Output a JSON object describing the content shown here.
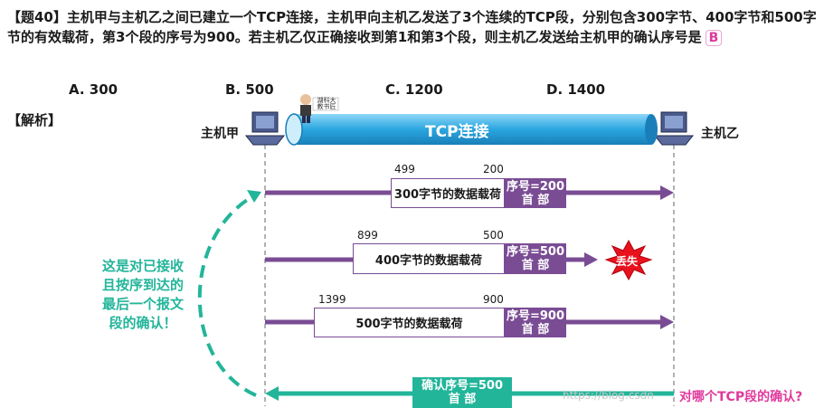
{
  "question": {
    "prefix": "【题40】",
    "text": "主机甲与主机乙之间已建立一个TCP连接，主机甲向主机乙发送了3个连续的TCP段，分别包含300字节、400字节和500字节的有效载荷，第3个段的序号为900。若主机乙仅正确接收到第1和第3个段，则主机乙发送给主机甲的确认序号是",
    "answer": "B"
  },
  "options": [
    "A. 300",
    "B. 500",
    "C. 1200",
    "D. 1400"
  ],
  "analysis_label": "【解析】",
  "hosts": {
    "sender": "主机甲",
    "receiver": "主机乙"
  },
  "pipe_label": "TCP连接",
  "avatar_caption": "湖科大 教书匠",
  "segments": [
    {
      "start": "499",
      "end": "200",
      "payload": "300字节的数据载荷",
      "header_line1": "序号=200",
      "header_line2": "首  部"
    },
    {
      "start": "899",
      "end": "500",
      "payload": "400字节的数据载荷",
      "header_line1": "序号=500",
      "header_line2": "首  部",
      "lost_label": "丢失"
    },
    {
      "start": "1399",
      "end": "900",
      "payload": "500字节的数据载荷",
      "header_line1": "序号=900",
      "header_line2": "首  部"
    }
  ],
  "ack": {
    "header_line1": "确认序号=500",
    "header_line2": "首  部"
  },
  "note_lines": [
    "这是对已接收",
    "且按序到达的",
    "最后一个报文",
    "段的确认！"
  ],
  "question2": "对哪个TCP段的确认?",
  "watermark": "https://blog.csdn",
  "colors": {
    "purple": "#7a4c94",
    "teal": "#22b59a",
    "pink": "#e0399c",
    "pipe": "#2aa6e0",
    "lost": "#e8121d"
  }
}
